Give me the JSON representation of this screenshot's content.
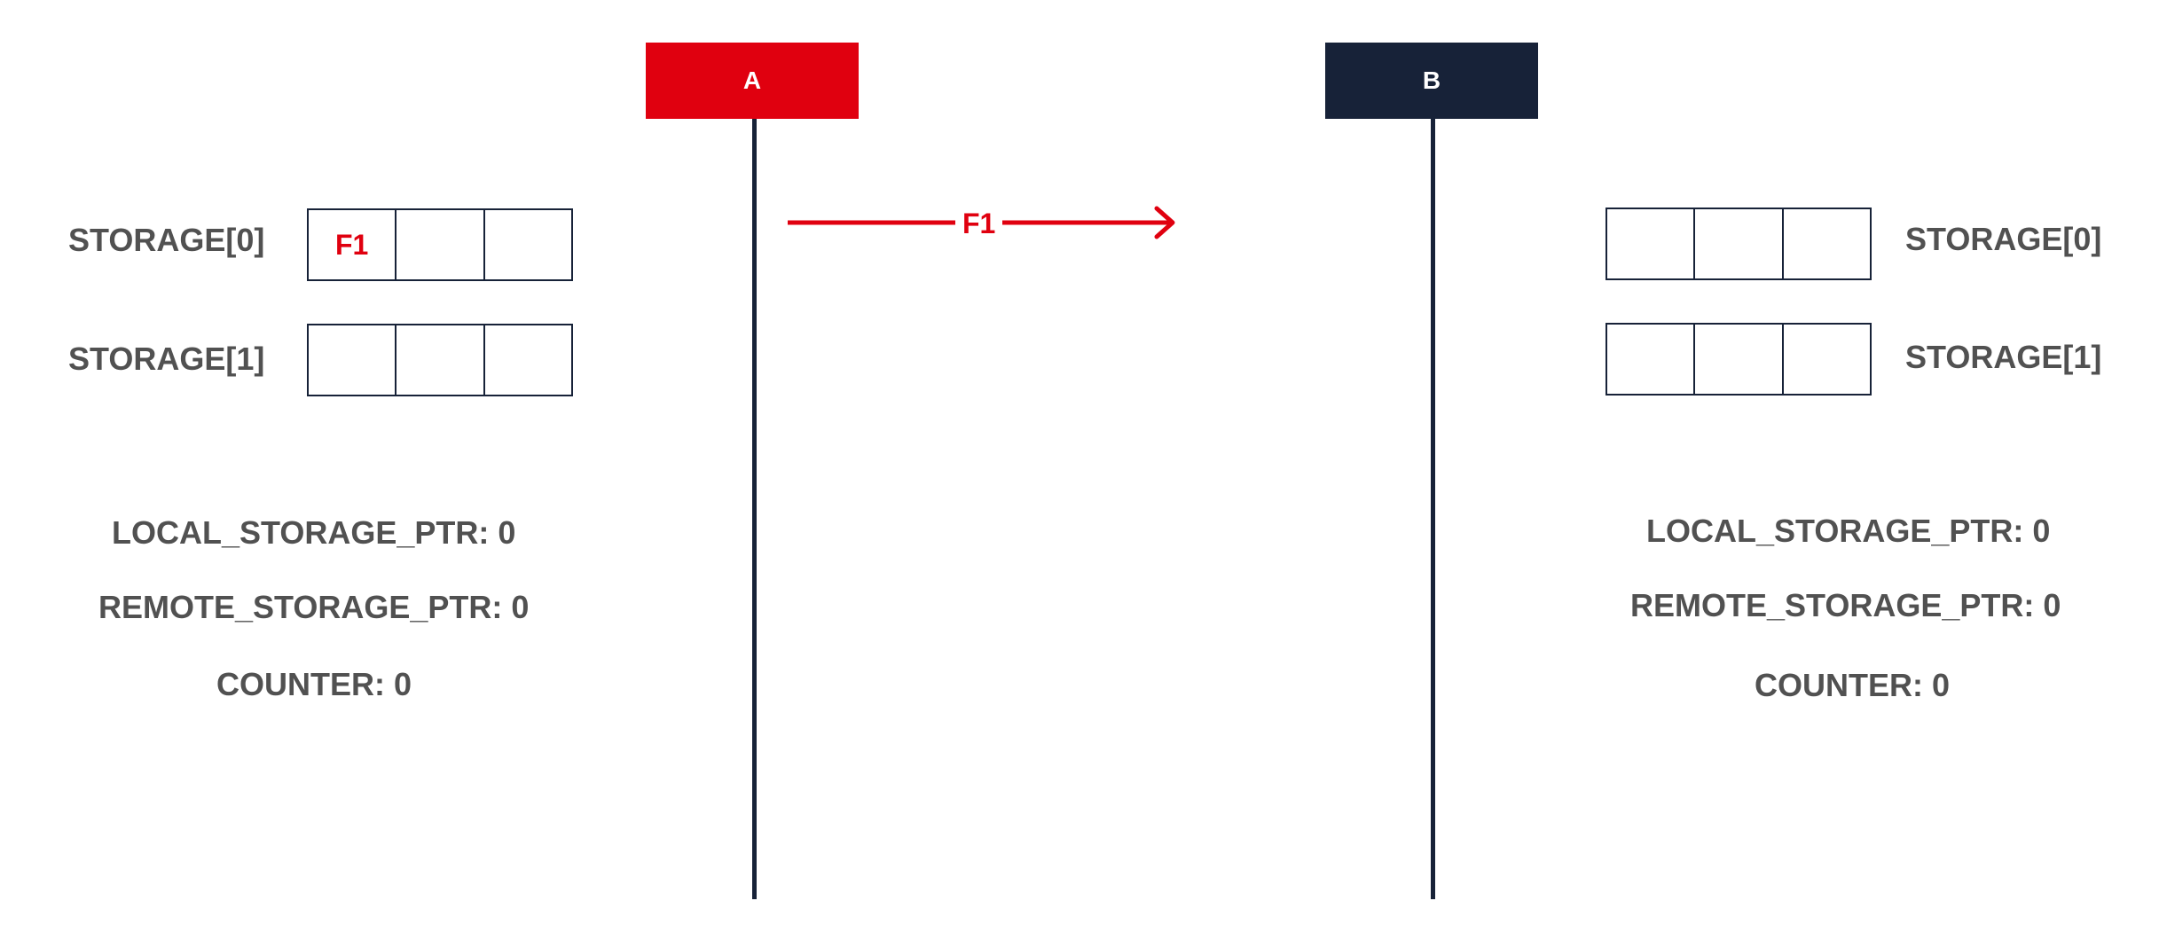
{
  "colors": {
    "accent_red": "#e0000f",
    "navy": "#172238",
    "label_gray": "#515151"
  },
  "nodes": {
    "a": {
      "label": "A"
    },
    "b": {
      "label": "B"
    }
  },
  "message": {
    "label": "F1",
    "from": "A",
    "to": "B"
  },
  "node_a_state": {
    "storage_0": {
      "label": "STORAGE[0]",
      "cells": [
        "F1",
        "",
        ""
      ]
    },
    "storage_1": {
      "label": "STORAGE[1]",
      "cells": [
        "",
        "",
        ""
      ]
    },
    "local_storage_ptr": {
      "label": "LOCAL_STORAGE_PTR",
      "value": "0"
    },
    "remote_storage_ptr": {
      "label": "REMOTE_STORAGE_PTR",
      "value": "0"
    },
    "counter": {
      "label": "COUNTER",
      "value": "0"
    }
  },
  "node_b_state": {
    "storage_0": {
      "label": "STORAGE[0]",
      "cells": [
        "",
        "",
        ""
      ]
    },
    "storage_1": {
      "label": "STORAGE[1]",
      "cells": [
        "",
        "",
        ""
      ]
    },
    "local_storage_ptr": {
      "label": "LOCAL_STORAGE_PTR",
      "value": "0"
    },
    "remote_storage_ptr": {
      "label": "REMOTE_STORAGE_PTR",
      "value": "0"
    },
    "counter": {
      "label": "COUNTER",
      "value": "0"
    }
  }
}
